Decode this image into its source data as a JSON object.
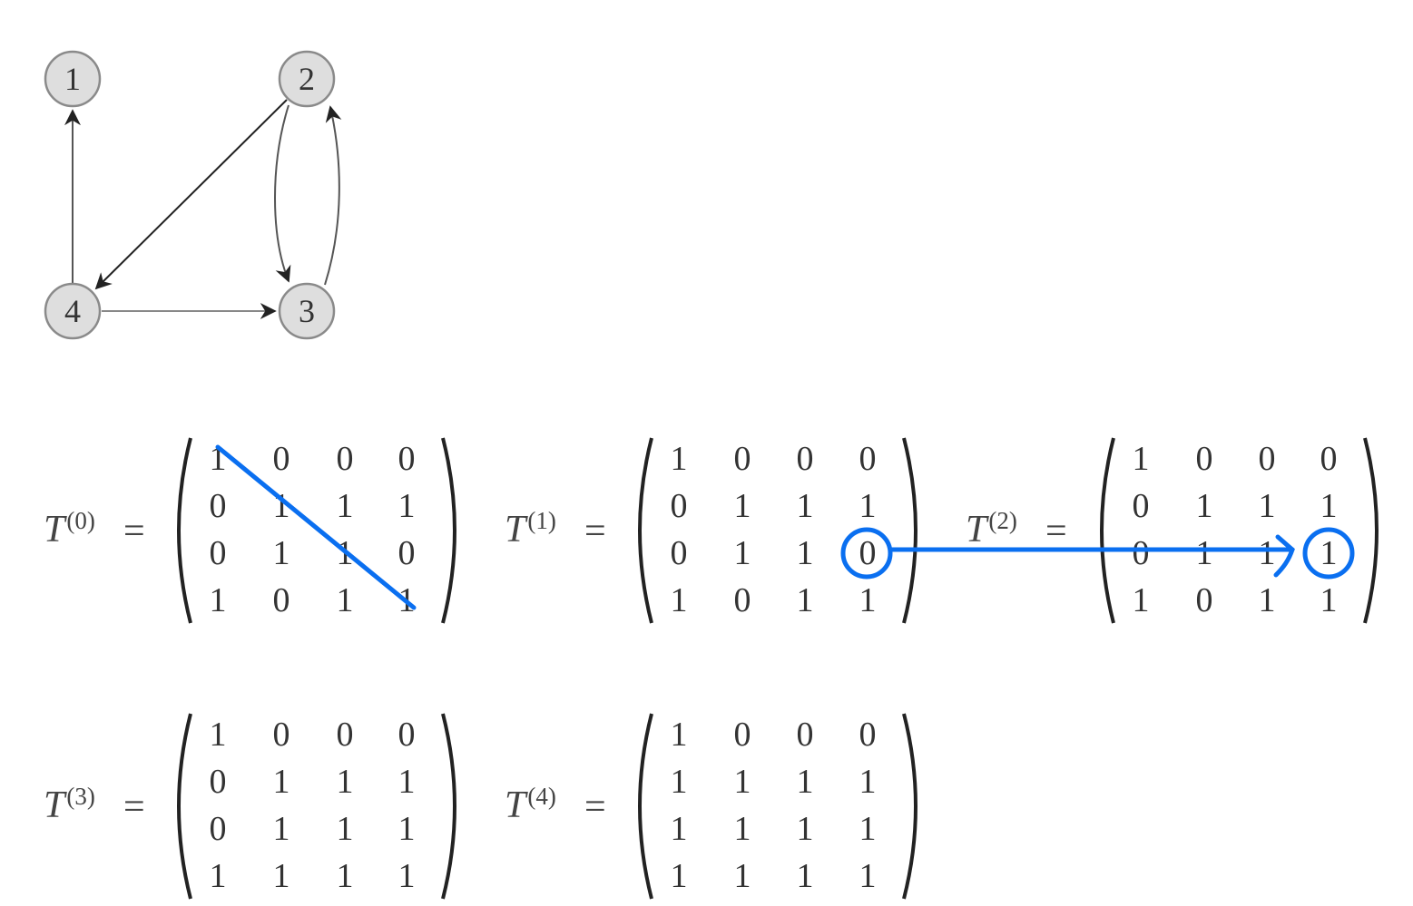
{
  "graph": {
    "nodes": [
      {
        "id": "1",
        "label": "1"
      },
      {
        "id": "2",
        "label": "2"
      },
      {
        "id": "3",
        "label": "3"
      },
      {
        "id": "4",
        "label": "4"
      }
    ],
    "edges": [
      {
        "from": "4",
        "to": "1"
      },
      {
        "from": "2",
        "to": "4"
      },
      {
        "from": "2",
        "to": "3"
      },
      {
        "from": "3",
        "to": "2"
      },
      {
        "from": "4",
        "to": "3"
      }
    ]
  },
  "matrices": [
    {
      "symbol": "T",
      "superscript": "(0)",
      "equals": "=",
      "rows": [
        [
          "1",
          "0",
          "0",
          "0"
        ],
        [
          "0",
          "1",
          "1",
          "1"
        ],
        [
          "0",
          "1",
          "1",
          "0"
        ],
        [
          "1",
          "0",
          "1",
          "1"
        ]
      ]
    },
    {
      "symbol": "T",
      "superscript": "(1)",
      "equals": "=",
      "rows": [
        [
          "1",
          "0",
          "0",
          "0"
        ],
        [
          "0",
          "1",
          "1",
          "1"
        ],
        [
          "0",
          "1",
          "1",
          "0"
        ],
        [
          "1",
          "0",
          "1",
          "1"
        ]
      ]
    },
    {
      "symbol": "T",
      "superscript": "(2)",
      "equals": "=",
      "rows": [
        [
          "1",
          "0",
          "0",
          "0"
        ],
        [
          "0",
          "1",
          "1",
          "1"
        ],
        [
          "0",
          "1",
          "1",
          "1"
        ],
        [
          "1",
          "0",
          "1",
          "1"
        ]
      ]
    },
    {
      "symbol": "T",
      "superscript": "(3)",
      "equals": "=",
      "rows": [
        [
          "1",
          "0",
          "0",
          "0"
        ],
        [
          "0",
          "1",
          "1",
          "1"
        ],
        [
          "0",
          "1",
          "1",
          "1"
        ],
        [
          "1",
          "1",
          "1",
          "1"
        ]
      ]
    },
    {
      "symbol": "T",
      "superscript": "(4)",
      "equals": "=",
      "rows": [
        [
          "1",
          "0",
          "0",
          "0"
        ],
        [
          "1",
          "1",
          "1",
          "1"
        ],
        [
          "1",
          "1",
          "1",
          "1"
        ],
        [
          "1",
          "1",
          "1",
          "1"
        ]
      ]
    }
  ],
  "annotation_color": "#0a6ff0"
}
